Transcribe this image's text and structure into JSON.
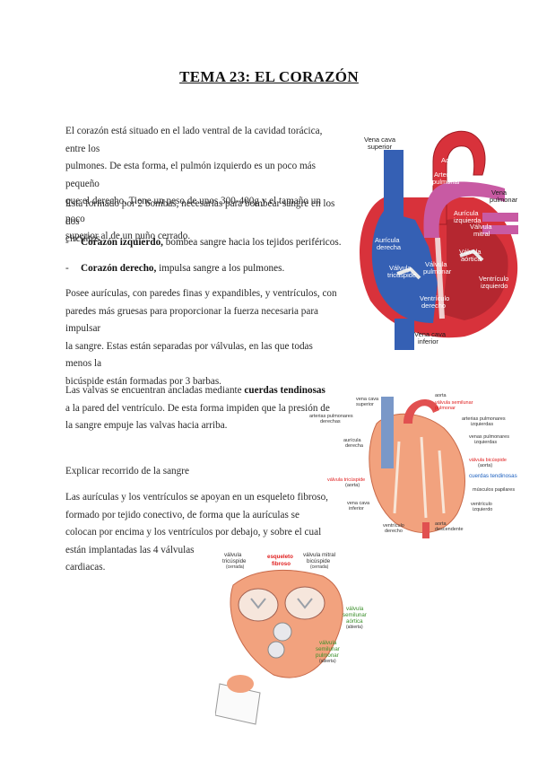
{
  "title": "TEMA 23: EL CORAZÓN",
  "intro": {
    "lines": [
      "El corazón está situado en el lado ventral de la cavidad torácica, entre los",
      "pulmones. De esta forma, el pulmón izquierdo es un poco más pequeño",
      "que el derecho. Tiene un peso de unos 300-400g y el tamaño un poco",
      "superior al de un puño cerrado."
    ]
  },
  "pumps": {
    "lines": [
      "Está formado por 2 bombas, necesarias para bombear sangre en los dos",
      "circuitos."
    ]
  },
  "bullets": [
    {
      "dash": "-",
      "bold": "Corazón izquierdo,",
      "text": " bombea sangre hacia los tejidos periféricos."
    },
    {
      "dash": "-",
      "bold": "Corazón derecho,",
      "text": " impulsa sangre a los pulmones."
    }
  ],
  "chambers": {
    "lines": [
      "Posee aurículas, con paredes finas y expandibles, y ventrículos, con",
      "paredes más gruesas para proporcionar la fuerza necesaria para impulsar",
      "la sangre. Estas están separadas por válvulas, en las que todas menos la",
      "bicúspide están formadas por 3 barbas."
    ]
  },
  "valves": {
    "line1_pre": "Las valvas se encuentran ancladas mediante ",
    "line1_bold": "cuerdas tendinosas",
    "lines": [
      "a la pared del ventrículo. De esta forma impiden que la presión de",
      "la sangre empuje las valvas hacia arriba."
    ]
  },
  "explain": "Explicar recorrido de la sangre",
  "skeleton": {
    "lines": [
      "Las aurículas y los ventrículos se apoyan en un esqueleto fibroso,",
      "formado por tejido conectivo, de forma que la aurículas se",
      "colocan por encima y los ventrículos por debajo, y sobre el cual",
      "están implantadas las 4 válvulas",
      "cardiacas."
    ]
  },
  "figure1": {
    "labels": {
      "vena_cava_sup": [
        "Vena cava",
        "superior"
      ],
      "aorta": "Aorta",
      "arteria_pulmonar": [
        "Arteria",
        "pulmonar"
      ],
      "vena_pulmonar": [
        "Vena",
        "pulmonar"
      ],
      "auricula_izquierda": [
        "Aurícula",
        "izquierda"
      ],
      "valvula_mitral": [
        "Válvula",
        "mitral"
      ],
      "auricula_derecha": [
        "Aurícula",
        "derecha"
      ],
      "valvula_aortica": [
        "Válvula",
        "aórtica"
      ],
      "valvula_tricuspide": [
        "Válvula",
        "tricúspide"
      ],
      "valvula_pulmonar": [
        "Válvula",
        "pulmonar"
      ],
      "ventriculo_izquierdo": [
        "Ventrículo",
        "izquierdo"
      ],
      "ventriculo_derecho": [
        "Ventrículo",
        "derecho"
      ],
      "vena_cava_inf": [
        "Vena cava",
        "inferior"
      ]
    }
  },
  "figure2": {
    "labels": {
      "vena_cava_superior": [
        "vena cava",
        "superior"
      ],
      "aorta": "aorta",
      "valvula_semilunar_pulmonar": [
        "válvula semilunar",
        "pulmonar"
      ],
      "arterias_pulmonares_derechas": [
        "arterias pulmonares",
        "derechas"
      ],
      "arterias_pulmonares_izquierdas": [
        "arterias pulmonares",
        "izquierdas"
      ],
      "venas_pulmonares_izquierdas": [
        "venas pulmonares",
        "izquierdas"
      ],
      "auricula_derecha": [
        "aurícula",
        "derecha"
      ],
      "valvula_bicuspide": [
        "válvula bicúspide",
        "(aorta)"
      ],
      "valvula_tricuspide": [
        "válvula tricúspide",
        "(aorta)"
      ],
      "cuerdas_tendinosas": "cuerdas tendinosas",
      "musculos_papilares": "músculos papilares",
      "vena_cava_inferior": [
        "vena cava",
        "inferior"
      ],
      "ventriculo_izquierdo": [
        "ventrículo",
        "izquierdo"
      ],
      "ventriculo_derecho": [
        "ventrículo",
        "derecho"
      ],
      "aorta_descendente": [
        "aorta",
        "descendente"
      ]
    }
  },
  "figure3": {
    "labels": {
      "valvula_tricuspide": [
        "válvula",
        "tricúspide",
        "(cerrada)"
      ],
      "esqueleto_fibroso": [
        "esqueleto",
        "fibroso"
      ],
      "valvula_mitral": [
        "válvula mitral",
        "bicúspide",
        "(cerrada)"
      ],
      "valvula_semilunar_aortica": [
        "válvula",
        "semilunar",
        "aórtica",
        "(abierta)"
      ],
      "valvula_semilunar_pulmonar": [
        "válvula",
        "semilunar",
        "pulmonar",
        "(abierta)"
      ]
    }
  },
  "colors": {
    "red": "#d8323b",
    "blue": "#3560b4",
    "pink": "#c85aa3",
    "flesh": "#f2a27e",
    "label_red": "#e02020",
    "label_blue": "#1b5fbf",
    "label_green": "#3a8f2a"
  }
}
